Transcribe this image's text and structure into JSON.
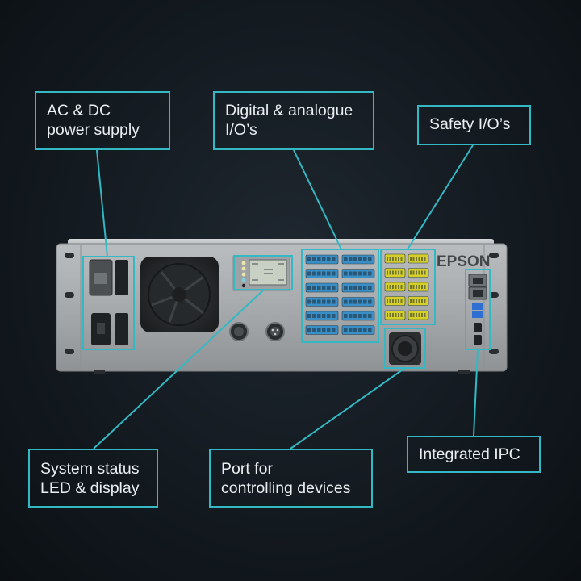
{
  "labels": {
    "power": "AC & DC\npower supply",
    "digital": "Digital & analogue\nI/O’s",
    "safety": "Safety I/O’s",
    "status": "System status\nLED & display",
    "port": "Port for\ncontrolling devices",
    "ipc": "Integrated IPC"
  },
  "device": {
    "brand": "EPSON"
  },
  "colors": {
    "accent": "#33b8c4",
    "chassis": "#a7abad",
    "io_blue": "#3a8fc7",
    "io_yellow": "#d6cf2a"
  }
}
